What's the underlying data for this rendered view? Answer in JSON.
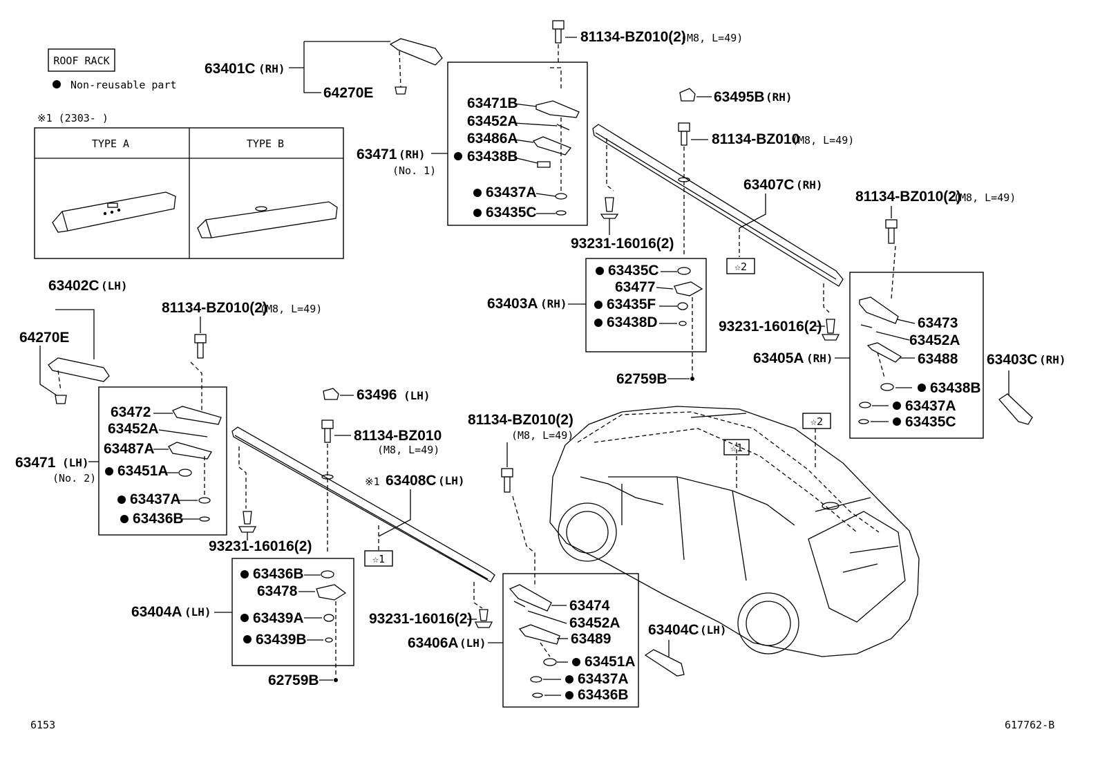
{
  "header": {
    "title": "ROOF RACK",
    "legend_text": "Non-reusable part",
    "note_mark": "※1 (2303-      )",
    "type_a": "TYPE A",
    "type_b": "TYPE B"
  },
  "footer": {
    "left_code": "6153",
    "right_code": "617762-B"
  },
  "labels": {
    "l_63401C": "63401C",
    "l_63401C_s": "(RH)",
    "l_64270E_top": "64270E",
    "l_81134_top": "81134-BZ010(2)",
    "l_81134_top_s": "(M8, L=49)",
    "l_63471B": "63471B",
    "l_63452A_1": "63452A",
    "l_63486A": "63486A",
    "l_63438B_1": "63438B",
    "l_63437A_1": "63437A",
    "l_63435C_1": "63435C",
    "l_63471RH": "63471",
    "l_63471RH_s": "(RH)",
    "l_63471RH_no": "(No. 1)",
    "l_63495B": "63495B",
    "l_63495B_s": "(RH)",
    "l_81134_mid": "81134-BZ010",
    "l_81134_mid_s": "(M8, L=49)",
    "l_63407C": "63407C",
    "l_63407C_s": "(RH)",
    "l_93231_a": "93231-16016(2)",
    "l_star2_a": "☆2",
    "l_63435C_2": "63435C",
    "l_63477": "63477",
    "l_63435F": "63435F",
    "l_63438D": "63438D",
    "l_63403A": "63403A",
    "l_63403A_s": "(RH)",
    "l_62759B_a": "62759B",
    "l_81134_r": "81134-BZ010(2)",
    "l_81134_r_s": "(M8, L=49)",
    "l_93231_b": "93231-16016(2)",
    "l_63473": "63473",
    "l_63452A_2": "63452A",
    "l_63405A": "63405A",
    "l_63405A_s": "(RH)",
    "l_63488": "63488",
    "l_63438B_2": "63438B",
    "l_63437A_2": "63437A",
    "l_63435C_3": "63435C",
    "l_63403C": "63403C",
    "l_63403C_s": "(RH)",
    "l_63402C": "63402C",
    "l_63402C_s": "(LH)",
    "l_64270E_left": "64270E",
    "l_81134_l": "81134-BZ010(2)",
    "l_81134_l_s": "(M8, L=49)",
    "l_63472": "63472",
    "l_63452A_3": "63452A",
    "l_63487A": "63487A",
    "l_63451A_1": "63451A",
    "l_63437A_3": "63437A",
    "l_63436B_1": "63436B",
    "l_63471LH": "63471",
    "l_63471LH_s": "(LH)",
    "l_63471LH_no": "(No. 2)",
    "l_63496": "63496",
    "l_63496_s": "(LH)",
    "l_81134_c": "81134-BZ010",
    "l_81134_c_s": "(M8, L=49)",
    "l_63408C_mark": "※1",
    "l_63408C": "63408C",
    "l_63408C_s": "(LH)",
    "l_93231_c": "93231-16016(2)",
    "l_star1_a": "☆1",
    "l_63436B_2": "63436B",
    "l_63478": "63478",
    "l_63404A": "63404A",
    "l_63404A_s": "(LH)",
    "l_63439A": "63439A",
    "l_63439B": "63439B",
    "l_62759B_b": "62759B",
    "l_93231_d": "93231-16016(2)",
    "l_81134_b": "81134-BZ010(2)",
    "l_81134_b_s": "(M8, L=49)",
    "l_63474": "63474",
    "l_63452A_4": "63452A",
    "l_63489": "63489",
    "l_63406A": "63406A",
    "l_63406A_s": "(LH)",
    "l_63451A_2": "63451A",
    "l_63437A_4": "63437A",
    "l_63436B_3": "63436B",
    "l_63404C": "63404C",
    "l_63404C_s": "(LH)",
    "l_star1_b": "☆1",
    "l_star2_b": "☆2"
  },
  "colors": {
    "line": "#000000",
    "background": "#ffffff"
  }
}
